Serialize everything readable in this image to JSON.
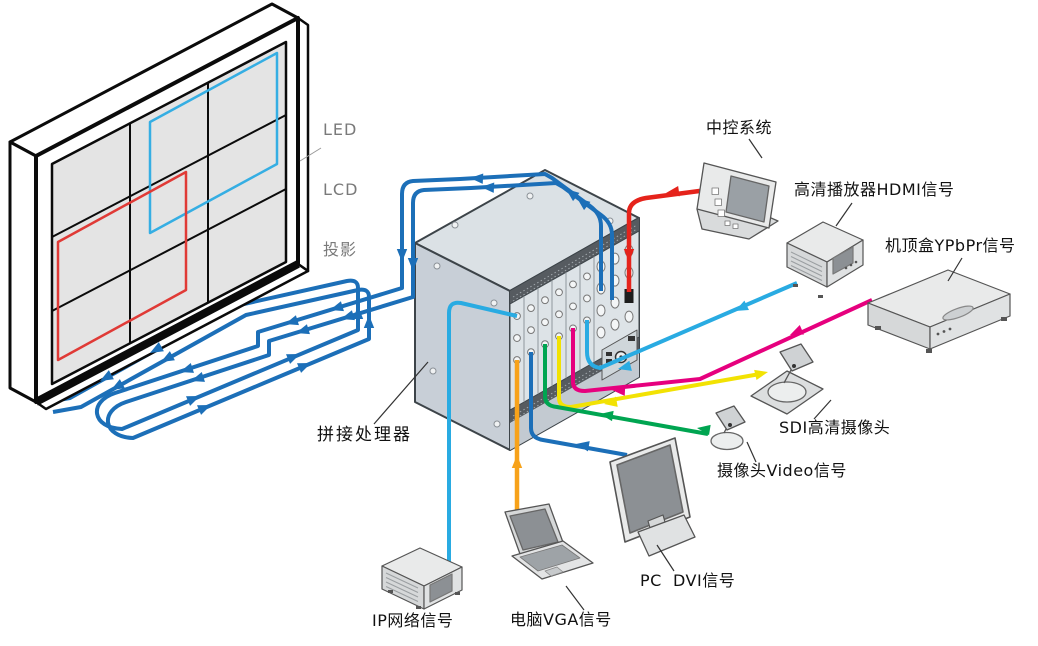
{
  "labels": {
    "display_wall_lines": [
      "LED",
      "LCD",
      "投影"
    ],
    "processor": "拼接处理器",
    "central_control": "中控系统",
    "hdmi_player": "高清播放器HDMI信号",
    "set_top_box": "机顶盒YPbPr信号",
    "sdi_camera": "SDI高清摄像头",
    "video_camera": "摄像头Video信号",
    "pc_dvi": "PC  DVI信号",
    "laptop_vga": "电脑VGA信号",
    "ip_network": "IP网络信号"
  },
  "colors": {
    "blue": "#1c6fb8",
    "cyan": "#29abe2",
    "red": "#e5231b",
    "magenta": "#e6007e",
    "yellow": "#f2e203",
    "green": "#00a551",
    "orange": "#f7a21a",
    "wallblue": "#35aee3",
    "wallred": "#e03a36"
  },
  "connections": [
    {
      "from": "中控系统",
      "to": "拼接处理器",
      "cable": "red"
    },
    {
      "from": "高清播放器HDMI信号",
      "to": "拼接处理器",
      "cable": "cyan"
    },
    {
      "from": "机顶盒YPbPr信号",
      "to": "拼接处理器",
      "cable": "magenta"
    },
    {
      "from": "SDI高清摄像头",
      "to": "拼接处理器",
      "cable": "yellow"
    },
    {
      "from": "摄像头Video信号",
      "to": "拼接处理器",
      "cable": "green"
    },
    {
      "from": "PC  DVI信号",
      "to": "拼接处理器",
      "cable": "blue"
    },
    {
      "from": "电脑VGA信号",
      "to": "拼接处理器",
      "cable": "orange"
    },
    {
      "from": "IP网络信号",
      "to": "拼接处理器",
      "cable": "cyan"
    },
    {
      "from": "拼接处理器",
      "to": "LED LCD 投影",
      "cable": "blue"
    }
  ]
}
